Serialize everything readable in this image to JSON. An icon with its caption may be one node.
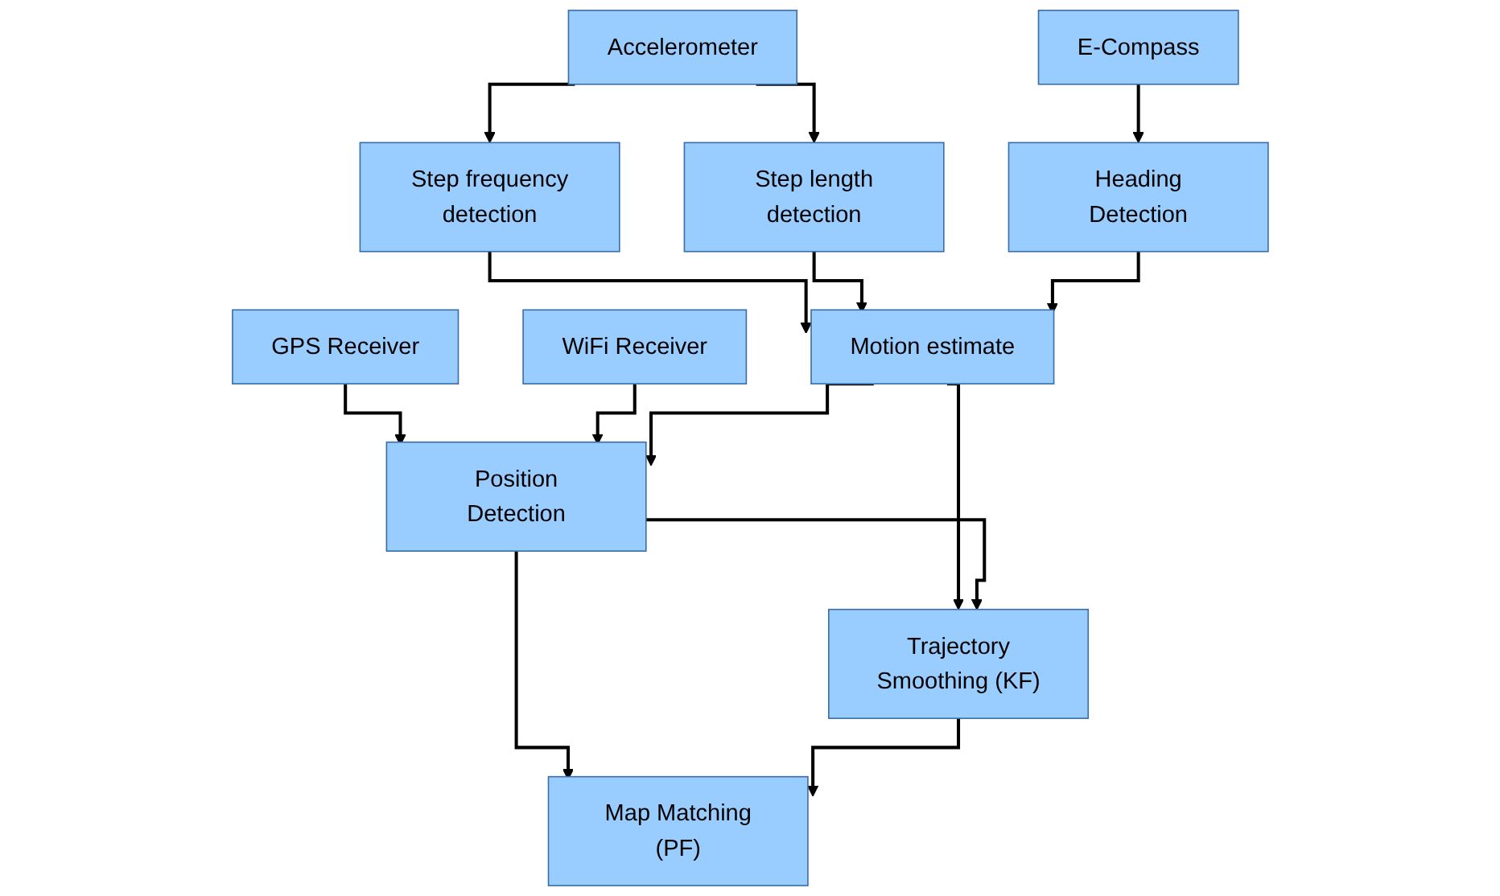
{
  "diagram": {
    "nodes": [
      {
        "text": [
          "Accelerometer"
        ]
      },
      {
        "text": [
          "E-Compass"
        ]
      },
      {
        "text": [
          "GPS Receiver"
        ]
      },
      {
        "text": [
          "WiFi Receiver"
        ]
      },
      {
        "text": [
          "Step frequency detection"
        ]
      },
      {
        "text": [
          "Step length detection"
        ]
      },
      {
        "text": [
          "Heading Detection"
        ]
      },
      {
        "text": [
          "Position Detection"
        ]
      },
      {
        "text": [
          "Motion estimate"
        ]
      },
      {
        "text": [
          "Trajectory Smoothing (KF)"
        ]
      },
      {
        "text": [
          "Map Matching (PF)"
        ]
      }
    ],
    "edges": [
      {
        "from": 0,
        "to": 4,
        "arrow": "to"
      },
      {
        "from": 0,
        "to": 5,
        "arrow": "to"
      },
      {
        "from": 1,
        "to": 6,
        "arrow": "to"
      },
      {
        "from": 2,
        "to": 7,
        "arrow": "to"
      },
      {
        "from": 3,
        "to": 7,
        "arrow": "to"
      },
      {
        "from": 4,
        "to": 8,
        "arrow": "to"
      },
      {
        "from": 5,
        "to": 8,
        "arrow": "to"
      },
      {
        "from": 6,
        "to": 8,
        "arrow": "to"
      },
      {
        "from": 8,
        "to": 7,
        "arrow": "to"
      },
      {
        "from": 8,
        "to": 9,
        "arrow": "to"
      },
      {
        "from": 7,
        "to": 9,
        "arrow": "to"
      },
      {
        "from": 7,
        "to": 10,
        "arrow": "to"
      },
      {
        "from": 9,
        "to": 10,
        "arrow": "to"
      }
    ]
  }
}
